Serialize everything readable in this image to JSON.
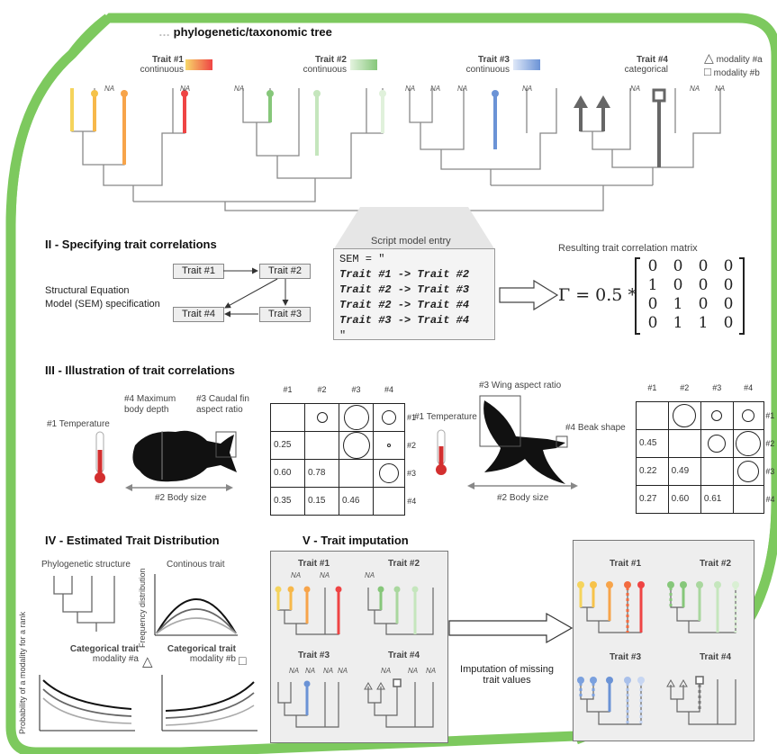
{
  "section1": {
    "title_partial": "phylogenetic/taxonomic tree",
    "traits": [
      {
        "name": "Trait #1",
        "type": "continuous",
        "color": "#ef4444"
      },
      {
        "name": "Trait #2",
        "type": "continuous",
        "color": "#86c77a"
      },
      {
        "name": "Trait #3",
        "type": "continuous",
        "color": "#6b93d6"
      },
      {
        "name": "Trait #4",
        "type": "categorical",
        "color": "#666666"
      }
    ],
    "modality_a": "modality #a",
    "modality_b": "modality #b",
    "na": "NA"
  },
  "section2": {
    "title": "II - Specifying trait correlations",
    "sem_label_line1": "Structural Equation",
    "sem_label_line2": "Model (SEM) specification",
    "boxes": [
      "Trait #1",
      "Trait #2",
      "Trait #3",
      "Trait #4"
    ],
    "script_title": "Script model entry",
    "script_lines": [
      "SEM = \"",
      "Trait #1 -> Trait #2",
      "Trait #2 -> Trait #3",
      "Trait #2 -> Trait #4",
      "Trait #3 -> Trait #4",
      "\""
    ],
    "matrix_title": "Resulting trait correlation matrix",
    "matrix_prefix": "Γ = 0.5 *",
    "matrix": [
      [
        "0",
        "0",
        "0",
        "0"
      ],
      [
        "1",
        "0",
        "0",
        "0"
      ],
      [
        "0",
        "1",
        "0",
        "0"
      ],
      [
        "0",
        "1",
        "1",
        "0"
      ]
    ]
  },
  "section3": {
    "title": "III - Illustration of trait correlations",
    "fish_labels": {
      "max_depth": "#4 Maximum body depth",
      "caudal": "#3 Caudal fin aspect ratio",
      "temp": "#1 Temperature",
      "body": "#2 Body size"
    },
    "bird_labels": {
      "wing": "#3 Wing aspect ratio",
      "temp": "#1 Temperature",
      "beak": "#4 Beak shape",
      "body": "#2 Body size"
    },
    "headers": [
      "#1",
      "#2",
      "#3",
      "#4"
    ],
    "fish_matrix": [
      [
        "",
        "",
        "",
        ""
      ],
      [
        "0.25",
        "",
        "",
        ""
      ],
      [
        "0.60",
        "0.78",
        "",
        ""
      ],
      [
        "0.35",
        "0.15",
        "0.46",
        ""
      ]
    ],
    "bird_matrix": [
      [
        "",
        "",
        "",
        ""
      ],
      [
        "0.45",
        "",
        "",
        ""
      ],
      [
        "0.22",
        "0.49",
        "",
        ""
      ],
      [
        "0.27",
        "0.60",
        "0.61",
        ""
      ]
    ]
  },
  "section4": {
    "title": "IV - Estimated Trait Distribution",
    "phylo": "Phylogenetic structure",
    "cont": "Continous trait",
    "freq": "Frequency distribution",
    "cat_a_line1": "Categorical trait",
    "cat_a_line2": "modality #a",
    "cat_b_line1": "Categorical trait",
    "cat_b_line2": "modality #b",
    "prob": "Probability of a modality for a rank"
  },
  "section5": {
    "title": "V - Trait imputation",
    "traits": [
      "Trait #1",
      "Trait #2",
      "Trait #3",
      "Trait #4"
    ],
    "arrow_line1": "Imputation of missing",
    "arrow_line2": "trait values",
    "na": "NA"
  },
  "colors": {
    "frame": "#7dc95e",
    "red": "#ef4444",
    "orange": "#f7a44a",
    "yellow": "#f5d45c",
    "green": "#86c77a",
    "blue": "#6b93d6",
    "gray": "#666666"
  }
}
